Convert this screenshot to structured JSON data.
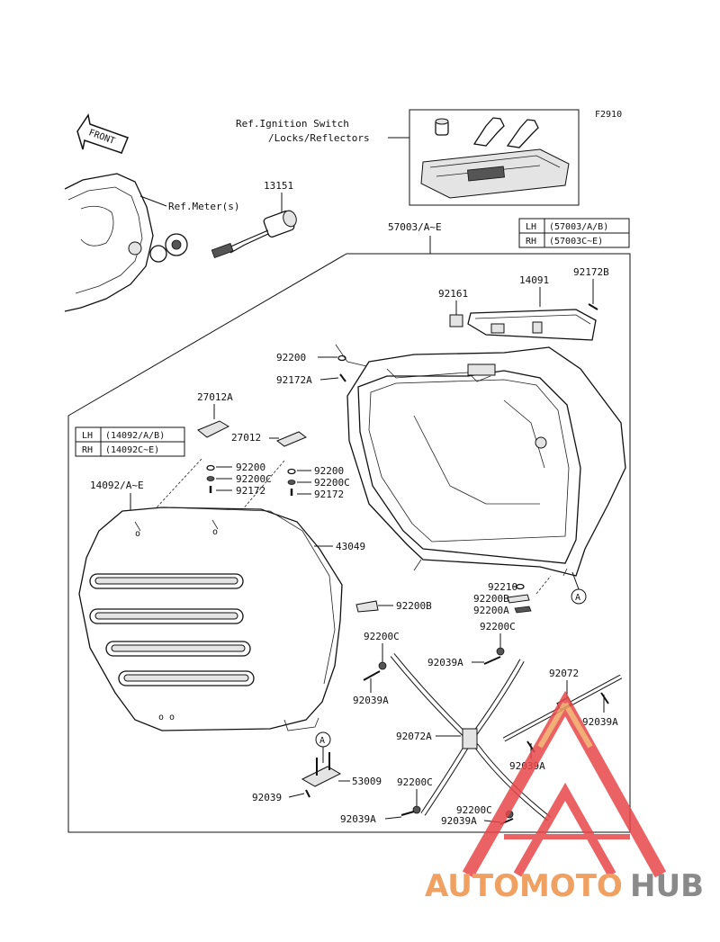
{
  "figure_code": "F2910",
  "ref_ignition_line1": "Ref.Ignition Switch",
  "ref_ignition_line2": "/Locks/Reflectors",
  "ref_meter": "Ref.Meter(s)",
  "front_arrow": "FRONT",
  "parts": {
    "p13151": "13151",
    "p57003": "57003/A~E",
    "p92161": "92161",
    "p14091": "14091",
    "p92172B": "92172B",
    "p92200_top": "92200",
    "p92172A_top": "92172A",
    "p27012A": "27012A",
    "p27012": "27012",
    "p92200_l": "92200",
    "p92200C_l": "92200C",
    "p92172_l": "92172",
    "p92200_r": "92200",
    "p92200C_r": "92200C",
    "p92172_r": "92172",
    "p14092": "14092/A~E",
    "p43049": "43049",
    "p92200B_left": "92200B",
    "p92210": "92210",
    "p92200B_right": "92200B",
    "p92200A": "92200A",
    "p92200C_mid": "92200C",
    "p92200C_right": "92200C",
    "p92039A_mid": "92039A",
    "p92039A_left": "92039A",
    "p92072": "92072",
    "p92039A_far": "92039A",
    "p92072A": "92072A",
    "p92039A_br": "92039A",
    "p53009": "53009",
    "p92039": "92039",
    "p92200C_low": "92200C",
    "p92039A_low": "92039A",
    "p92200C_low2": "92200C",
    "p92039A_low2": "92039A"
  },
  "marker_A": "A",
  "table_57003": [
    {
      "side": "LH",
      "value": "(57003/A/B)"
    },
    {
      "side": "RH",
      "value": "(57003C~E)"
    }
  ],
  "table_14092": [
    {
      "side": "LH",
      "value": "(14092/A/B)"
    },
    {
      "side": "RH",
      "value": "(14092C~E)"
    }
  ],
  "watermark": {
    "part1": "AUTOMOTO",
    "part2": "HUB"
  },
  "colors": {
    "line": "#111111",
    "watermark_orange": "#f0a060",
    "watermark_red": "#e8474a",
    "watermark_gray": "#8a8a8a"
  }
}
